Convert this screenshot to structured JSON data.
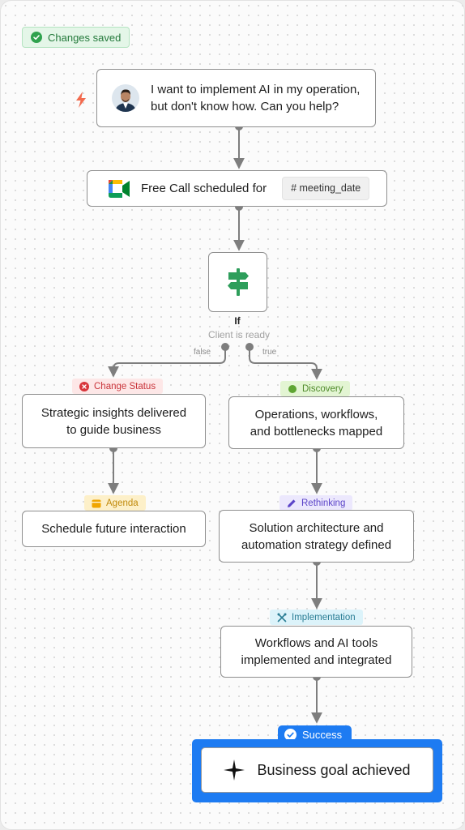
{
  "status": {
    "label": "Changes saved",
    "color": "#257a3c"
  },
  "trigger": {
    "icon": "lightning-icon",
    "color": "#f26b4f"
  },
  "message": {
    "text_line1": "I want to implement AI in my operation,",
    "text_line2": "but don't know how. Can you help?"
  },
  "call": {
    "label": "Free Call scheduled for",
    "variable": "# meeting_date",
    "icon": "google-meet-icon"
  },
  "condition": {
    "label": "If",
    "sublabel": "Client is ready",
    "false_label": "false",
    "true_label": "true"
  },
  "left_branch": {
    "tag1": {
      "label": "Change Status",
      "bg": "#fde7e7",
      "color": "#c9343a"
    },
    "node1": {
      "line1": "Strategic insights delivered",
      "line2": "to guide business"
    },
    "tag2": {
      "label": "Agenda",
      "bg": "#fdf0c9",
      "color": "#c18a0b"
    },
    "node2": {
      "line1": "Schedule future interaction"
    }
  },
  "right_branch": {
    "tag1": {
      "label": "Discovery",
      "bg": "#e3f5d3",
      "color": "#4f8a2a"
    },
    "node1": {
      "line1": "Operations, workflows,",
      "line2": "and bottlenecks mapped"
    },
    "tag2": {
      "label": "Rethinking",
      "bg": "#ece8fd",
      "color": "#5b44c8"
    },
    "node2": {
      "line1": "Solution architecture and",
      "line2": "automation strategy defined"
    },
    "tag3": {
      "label": "Implementation",
      "bg": "#dcf3fa",
      "color": "#2a7d94"
    },
    "node3": {
      "line1": "Workflows and AI tools",
      "line2": "implemented and integrated"
    }
  },
  "success": {
    "tab_label": "Success",
    "goal": "Business goal achieved",
    "color": "#1d7bf2"
  }
}
